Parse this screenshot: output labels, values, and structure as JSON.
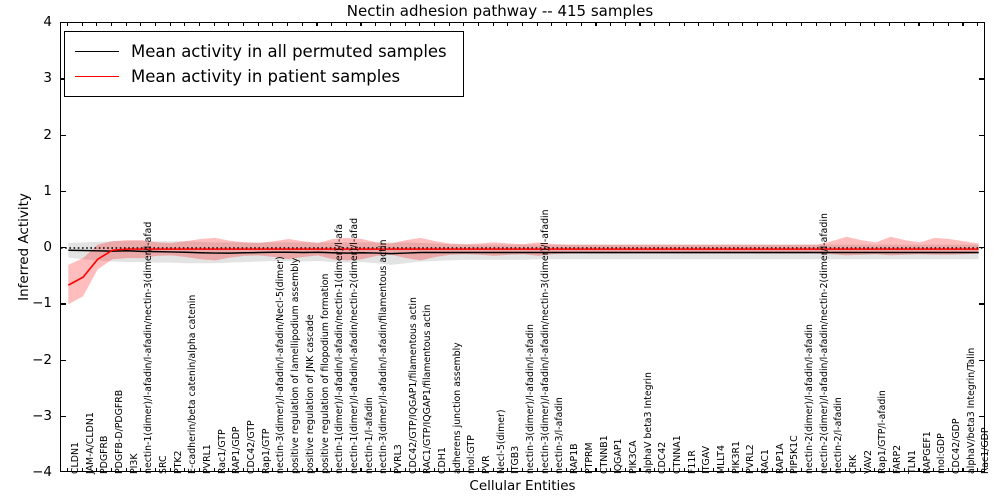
{
  "chart_data": {
    "type": "line",
    "title": "Nectin adhesion pathway -- 415 samples",
    "xlabel": "Cellular Entities",
    "ylabel": "Inferred Activity",
    "ylim": [
      -4,
      4
    ],
    "yticks": [
      -4,
      -3,
      -2,
      -1,
      0,
      1,
      2,
      3,
      4
    ],
    "grid": false,
    "legend_position": "upper left",
    "legend": [
      {
        "name": "Mean activity in all permuted samples",
        "color": "#000000"
      },
      {
        "name": "Mean activity in patient samples",
        "color": "#ff0000"
      }
    ],
    "categories": [
      "CLDN1",
      "JAM-A/CLDN1",
      "PDGFRB",
      "PDGFB-D/PDGFRB",
      "PI3K",
      "nectin-1(dimer)/l-afadin/l-afadin/nectin-3(dimer/l-afad",
      "SRC",
      "PTK2",
      "E-cadherin/beta catenin/alpha catenin",
      "PVRL1",
      "Rac1/GTP",
      "RAP1/GDP",
      "CDC42/GTP",
      "Rap1/GTP",
      "nectin-3(dimer)/l-afadin/l-afadin/Necl-5(dimer)",
      "positive regulation of lamellipodium assembly",
      "positive regulation of JNK cascade",
      "positive regulation of filopodium formation",
      "nectin-1(dimer)/l-afadin/l-afadin/nectin-1(dimer)/l-afa",
      "nectin-1(dimer)/l-afadin/l-afadin/nectin-2(dimer)/l-afad",
      "nectin-1/l-afadin",
      "nectin-3(dimer)/l-afadin/l-afadin/filamentous actin",
      "PVRL3",
      "CDC42/GTP/IQGAP1/filamentous actin",
      "RAC1/GTP/IQGAP1/filamentous actin",
      "CDH1",
      "adherens junction assembly",
      "mol:GTP",
      "PVR",
      "Necl-5(dimer)",
      "ITGB3",
      "nectin-3(dimer)/l-afadin/l-afadin",
      "nectin-3(dimer)/l-afadin/l-afadin/nectin-3(dimer)/l-afadin",
      "nectin-3/l-afadin",
      "RAP1B",
      "PTPRM",
      "CTNNB1",
      "IQGAP1",
      "PIK3CA",
      "alphaV beta3 Integrin",
      "CDC42",
      "CTNNA1",
      "F11R",
      "ITGAV",
      "MLLT4",
      "PIK3R1",
      "PVRL2",
      "RAC1",
      "RAP1A",
      "PIP5K1C",
      "nectin-2(dimer)/l-afadin/l-afadin",
      "nectin-2(dimer)/l-afadin/l-afadin/nectin-2(dimer/l-afadin",
      "nectin-2/l-afadin",
      "CRK",
      "VAV2",
      "Rap1/GTP/l-afadin",
      "FARP2",
      "TLN1",
      "RAPGEF1",
      "mol:GDP",
      "CDC42/GDP",
      "alphaV/beta3 Integrin/Talin",
      "Rac1/GDP"
    ],
    "series": [
      {
        "name": "Mean activity in all permuted samples",
        "color": "#000000",
        "style": "solid",
        "values": [
          -0.04,
          -0.045,
          -0.05,
          -0.055,
          -0.05,
          -0.06,
          -0.065,
          -0.07,
          -0.075,
          -0.085,
          -0.09,
          -0.09,
          -0.085,
          -0.08,
          -0.075,
          -0.075,
          -0.08,
          -0.075,
          -0.085,
          -0.09,
          -0.085,
          -0.09,
          -0.1,
          -0.09,
          -0.08,
          -0.08,
          -0.08,
          -0.08,
          -0.08,
          -0.08,
          -0.08,
          -0.08,
          -0.08,
          -0.08,
          -0.08,
          -0.08,
          -0.08,
          -0.08,
          -0.08,
          -0.08,
          -0.08,
          -0.08,
          -0.08,
          -0.08,
          -0.08,
          -0.08,
          -0.08,
          -0.08,
          -0.08,
          -0.08,
          -0.08,
          -0.08,
          -0.08,
          -0.08,
          -0.08,
          -0.08,
          -0.08,
          -0.08,
          -0.08,
          -0.08,
          -0.08,
          -0.08,
          -0.08
        ],
        "band_lower": [
          -0.17,
          -0.2,
          -0.22,
          -0.24,
          -0.25,
          -0.25,
          -0.26,
          -0.26,
          -0.27,
          -0.27,
          -0.27,
          -0.26,
          -0.25,
          -0.24,
          -0.23,
          -0.23,
          -0.24,
          -0.23,
          -0.25,
          -0.26,
          -0.25,
          -0.27,
          -0.3,
          -0.27,
          -0.24,
          -0.23,
          -0.22,
          -0.21,
          -0.21,
          -0.21,
          -0.21,
          -0.21,
          -0.2,
          -0.2,
          -0.2,
          -0.2,
          -0.2,
          -0.2,
          -0.2,
          -0.2,
          -0.2,
          -0.2,
          -0.2,
          -0.2,
          -0.2,
          -0.2,
          -0.2,
          -0.2,
          -0.2,
          -0.2,
          -0.2,
          -0.2,
          -0.2,
          -0.2,
          -0.2,
          -0.2,
          -0.2,
          -0.2,
          -0.2,
          -0.2,
          -0.2,
          -0.2,
          -0.2
        ],
        "band_upper": [
          0.09,
          0.1,
          0.11,
          0.12,
          0.12,
          0.12,
          0.12,
          0.12,
          0.12,
          0.11,
          0.1,
          0.1,
          0.1,
          0.1,
          0.1,
          0.1,
          0.1,
          0.1,
          0.1,
          0.1,
          0.1,
          0.1,
          0.1,
          0.1,
          0.09,
          0.08,
          0.07,
          0.06,
          0.06,
          0.06,
          0.06,
          0.06,
          0.06,
          0.06,
          0.06,
          0.06,
          0.06,
          0.06,
          0.06,
          0.06,
          0.06,
          0.06,
          0.06,
          0.06,
          0.06,
          0.06,
          0.06,
          0.06,
          0.06,
          0.06,
          0.06,
          0.06,
          0.06,
          0.06,
          0.06,
          0.06,
          0.06,
          0.06,
          0.06,
          0.06,
          0.06,
          0.06,
          0.06
        ]
      },
      {
        "name": "Mean activity in patient samples",
        "color": "#ff0000",
        "style": "solid",
        "values": [
          -0.66,
          -0.52,
          -0.2,
          -0.04,
          -0.02,
          -0.02,
          -0.02,
          -0.02,
          -0.02,
          -0.02,
          -0.02,
          -0.02,
          -0.02,
          -0.02,
          -0.02,
          -0.02,
          -0.02,
          -0.02,
          -0.02,
          -0.02,
          -0.02,
          -0.02,
          -0.02,
          -0.02,
          -0.02,
          -0.02,
          -0.02,
          -0.02,
          -0.02,
          -0.02,
          -0.02,
          -0.02,
          -0.02,
          -0.02,
          -0.02,
          -0.02,
          -0.02,
          -0.02,
          -0.02,
          -0.02,
          -0.02,
          -0.02,
          -0.02,
          -0.02,
          -0.02,
          -0.02,
          -0.02,
          -0.02,
          -0.02,
          -0.02,
          -0.02,
          -0.02,
          -0.02,
          -0.02,
          -0.02,
          -0.02,
          -0.02,
          -0.02,
          -0.02,
          -0.02,
          -0.02,
          -0.02,
          -0.02
        ],
        "band_lower": [
          -1.0,
          -0.86,
          -0.38,
          -0.2,
          -0.18,
          -0.18,
          -0.14,
          -0.13,
          -0.16,
          -0.2,
          -0.22,
          -0.17,
          -0.14,
          -0.13,
          -0.16,
          -0.2,
          -0.16,
          -0.13,
          -0.2,
          -0.22,
          -0.2,
          -0.14,
          -0.12,
          -0.18,
          -0.22,
          -0.16,
          -0.12,
          -0.11,
          -0.12,
          -0.14,
          -0.12,
          -0.11,
          -0.14,
          -0.11,
          -0.1,
          -0.1,
          -0.1,
          -0.1,
          -0.1,
          -0.1,
          -0.1,
          -0.1,
          -0.1,
          -0.1,
          -0.1,
          -0.1,
          -0.1,
          -0.1,
          -0.1,
          -0.1,
          -0.1,
          -0.1,
          -0.11,
          -0.13,
          -0.12,
          -0.11,
          -0.13,
          -0.12,
          -0.11,
          -0.12,
          -0.12,
          -0.11,
          -0.1
        ],
        "band_upper": [
          -0.3,
          -0.18,
          0.06,
          0.12,
          0.14,
          0.14,
          0.1,
          0.09,
          0.12,
          0.16,
          0.18,
          0.13,
          0.1,
          0.09,
          0.12,
          0.16,
          0.12,
          0.09,
          0.16,
          0.18,
          0.16,
          0.1,
          0.08,
          0.14,
          0.18,
          0.12,
          0.08,
          0.07,
          0.08,
          0.1,
          0.08,
          0.07,
          0.1,
          0.07,
          0.06,
          0.06,
          0.06,
          0.06,
          0.06,
          0.06,
          0.06,
          0.06,
          0.06,
          0.06,
          0.06,
          0.06,
          0.06,
          0.06,
          0.06,
          0.06,
          0.06,
          0.06,
          0.12,
          0.2,
          0.14,
          0.1,
          0.2,
          0.14,
          0.1,
          0.18,
          0.16,
          0.12,
          0.08
        ]
      }
    ],
    "reference_line": {
      "value": 0.0,
      "style": "dotted",
      "color": "#000000"
    }
  }
}
